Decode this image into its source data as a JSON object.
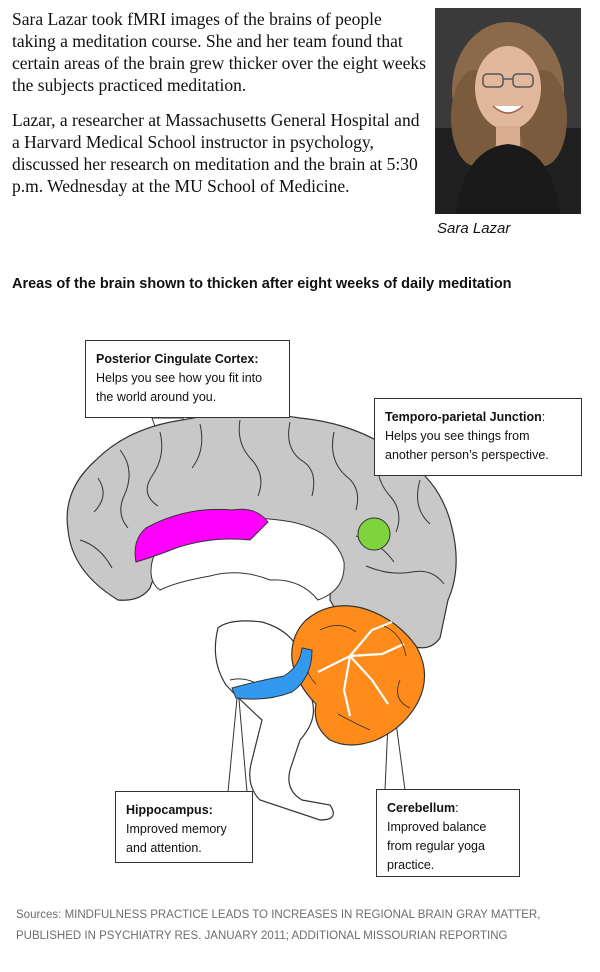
{
  "article": {
    "paragraph_1": "Sara Lazar took fMRI images of the brains of people taking a meditation course. She and her team found that certain areas of the brain grew thicker over the eight weeks the subjects practiced meditation.",
    "paragraph_2": "Lazar, a researcher at Massachusetts General Hospital and a Harvard Medical School instructor in psychology, discussed her research on meditation and the brain at 5:30 p.m. Wednesday at the MU School of Medicine."
  },
  "photo": {
    "caption": "Sara Lazar"
  },
  "diagram": {
    "title": "Areas of the brain shown to thicken after eight weeks of daily meditation",
    "colors": {
      "cortex": "#c8c8c8",
      "posterior_cingulate": "#ff00ff",
      "temporo_parietal": "#7ed43c",
      "cerebellum": "#ff8c1a",
      "hippocampus": "#3399ee"
    },
    "callouts": {
      "posterior_cingulate": {
        "heading": "Posterior Cingulate Cortex:",
        "text": "Helps you see how you fit into the world around you."
      },
      "temporo_parietal": {
        "heading": "Temporo-parietal Junction",
        "colon": ":",
        "text": "Helps you see things from another person’s perspective."
      },
      "hippocampus": {
        "heading": "Hippocampus:",
        "text": "Improved memory and attention."
      },
      "cerebellum": {
        "heading": "Cerebellum",
        "colon": ":",
        "text": "Improved balance from regular yoga practice."
      }
    }
  },
  "sources": "Sources: MINDFULNESS PRACTICE LEADS TO INCREASES IN REGIONAL BRAIN GRAY MATTER, PUBLISHED IN PSYCHIATRY RES. JANUARY 2011; ADDITIONAL MISSOURIAN REPORTING"
}
